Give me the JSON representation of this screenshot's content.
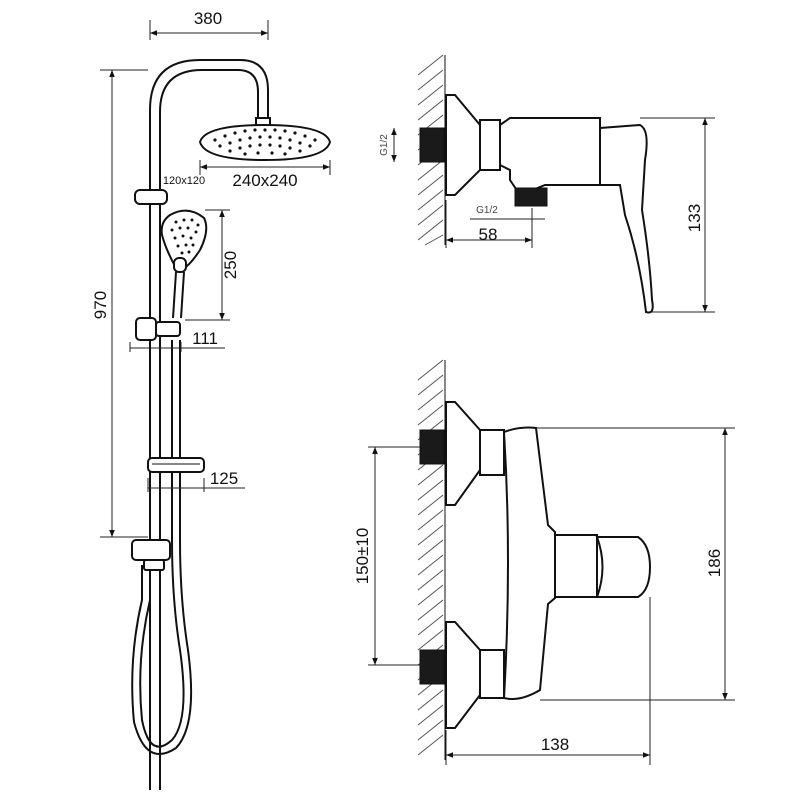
{
  "shower_column": {
    "width_label": "380",
    "overhead_size_label": "240x240",
    "holder_size_label": "120x120",
    "total_height_label": "970",
    "handshower_length_label": "250",
    "slider_offset_label": "111",
    "soap_dish_label": "125"
  },
  "mixer_side_view": {
    "inlet_thread_label": "G1/2",
    "outlet_thread_label": "G1/2",
    "depth_label": "58",
    "height_label": "133"
  },
  "mixer_front_view": {
    "centers_label": "150±10",
    "height_label": "186",
    "projection_label": "138"
  }
}
